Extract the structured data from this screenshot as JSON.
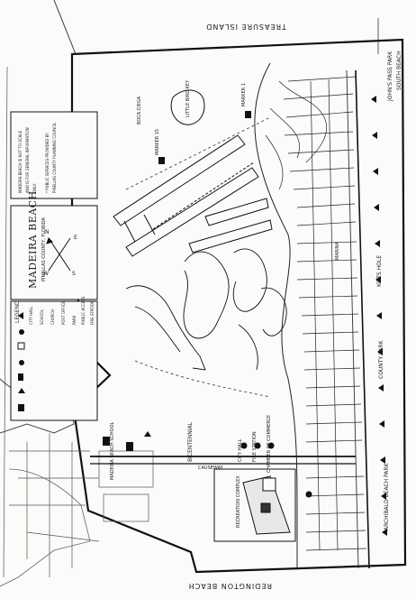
{
  "map": {
    "title": "MADEIRA BEACH",
    "subtitle": "PINELLAS COUNTY, FLORIDA",
    "places": {
      "treasure_island": "TREASURE ISLAND",
      "redington_beach": "REDINGTON BEACH",
      "johns_pass_park": "JOHN'S PASS PARK",
      "south_beach": "SOUTH BEACH",
      "county_park": "COUNTY PARK",
      "kitts_hole": "KITTS HOLE",
      "archibald_beach_park": "ARCHIBALD BEACH PARK",
      "recreation_complex": "RECREATION COMPLEX",
      "bicentennial": "BICENTENNIAL",
      "madeira_beach_school": "MADEIRA BEACH SCHOOL",
      "city_hall": "CITY HALL",
      "fire_station": "FIRE STATION",
      "marina": "MARINA",
      "chamber_of_commerce": "CHAMBER OF COMMERCE",
      "causeway": "CAUSEWAY",
      "little_bird_key": "LITTLE BIRD KEY",
      "boca_ciega": "BOCA CIEGA"
    },
    "markers": {
      "marker_1": "MARKER 1",
      "marker_15": "MARKER 15"
    },
    "legend": {
      "heading": "LEGEND",
      "items": [
        "CITY HALL",
        "SCHOOL",
        "CHURCH",
        "POST OFFICE",
        "PARK",
        "PUBLIC ACCESS",
        "FIRE STATION"
      ]
    },
    "note": {
      "lines": [
        "MADEIRA BEACH IS NOT TO SCALE",
        "AND IS FOR GENERAL INFORMATION",
        "ONLY.",
        "* PUBLIC SERVICES PROVIDED BY",
        "PINELLAS COUNTY PLANNING COUNCIL"
      ]
    },
    "compass": {
      "n": "N",
      "s": "S",
      "e": "E",
      "w": "W"
    }
  }
}
